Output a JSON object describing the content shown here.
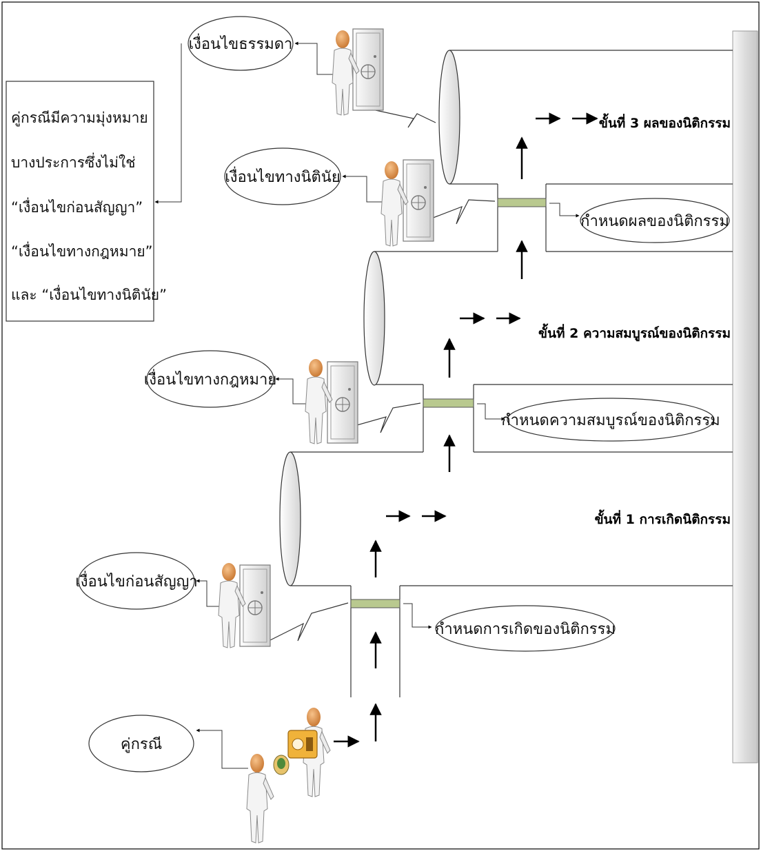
{
  "steps": {
    "step1": "ขั้นที่ 1 การเกิดนิติกรรม",
    "step2": "ขั้นที่ 2 ความสมบูรณ์ของนิติกรรม",
    "step3": "ขั้นที่ 3 ผลของนิติกรรม"
  },
  "conditions": {
    "ordinary": "เงื่อนไขธรรมดา",
    "juristic": "เงื่อนไขทางนิตินัย",
    "legal": "เงื่อนไขทางกฎหมาย",
    "precontract": "เงื่อนไขก่อนสัญญา",
    "parties": "คู่กรณี"
  },
  "determinations": {
    "birth": "กำหนดการเกิดของนิติกรรม",
    "validity": "กำหนดความสมบูรณ์ของนิติกรรม",
    "effect": "กำหนดผลของนิติกรรม"
  },
  "note": {
    "lines": [
      "คู่กรณีมีความมุ่งหมาย",
      "บางประการซึ่งไม่ใช่",
      "“เงื่อนไขก่อนสัญญา”",
      "“เงื่อนไขทางกฎหมาย”",
      "และ “เงื่อนไขทางนิตินัย”"
    ]
  },
  "colors": {
    "gate_bar": "#b9c98f",
    "pillar": "#e8e8e8",
    "figure": "#f4f4f4",
    "head": "#e9a25a",
    "box_icon": "#f0b23a"
  }
}
